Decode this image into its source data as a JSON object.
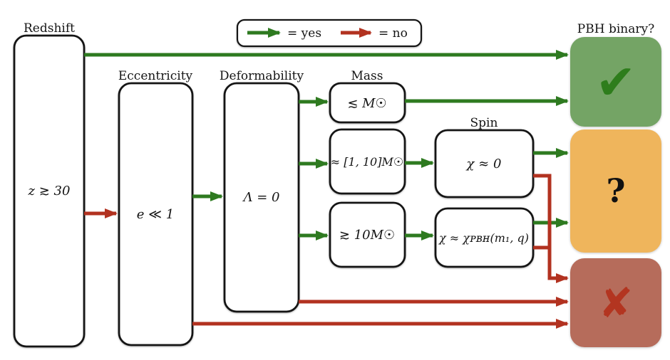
{
  "legend": {
    "yes_label": "= yes",
    "no_label": "= no"
  },
  "nodes": {
    "redshift": {
      "label": "Redshift",
      "value": "z ≳ 30"
    },
    "eccentricity": {
      "label": "Eccentricity",
      "value": "e ≪ 1"
    },
    "deformability": {
      "label": "Deformability",
      "value": "Λ = 0"
    },
    "mass": {
      "label": "Mass",
      "low": "≲ M☉",
      "mid": "≈ [1, 10]M☉",
      "high": "≳ 10M☉"
    },
    "spin": {
      "label": "Spin",
      "zero": "χ ≈ 0",
      "pbh": "χ ≈ χᴘʙʜ(m₁, q)"
    },
    "outcome": {
      "label": "PBH binary?",
      "yes_symbol": "✔",
      "maybe_symbol": "?",
      "no_symbol": "✘"
    }
  },
  "colors": {
    "arrow_green": "#2e7a20",
    "arrow_red": "#b23220",
    "box_green": "#74a465",
    "box_orange": "#efb55c",
    "box_red": "#b66c5b",
    "mark_green": "#2e7d1c",
    "mark_red": "#b33520",
    "mark_question": "#111111",
    "outline": "#151515",
    "text": "#151515",
    "background": "#ffffff"
  }
}
